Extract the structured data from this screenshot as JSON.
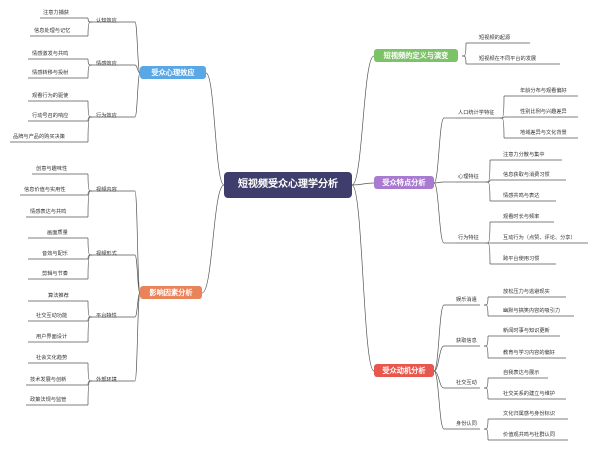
{
  "root": {
    "label": "短视频受众心理学分析",
    "color": "#3f3d6b"
  },
  "branches": {
    "effect": {
      "label": "受众心理效应",
      "color": "#5aa7e6"
    },
    "factors": {
      "label": "影响因素分析",
      "color": "#e8835a"
    },
    "definition": {
      "label": "短视频的定义与演变",
      "color": "#7cc267"
    },
    "features": {
      "label": "受众特点分析",
      "color": "#a97bd0"
    },
    "motives": {
      "label": "受众动机分析",
      "color": "#e8574e"
    }
  },
  "effect": {
    "cognitive": {
      "label": "认知效应",
      "items": [
        "注意力捕获",
        "信息处理与记忆"
      ]
    },
    "emotional": {
      "label": "情感效应",
      "items": [
        "情感激发与共鸣",
        "情感转移与投射"
      ]
    },
    "behavior": {
      "label": "行为效应",
      "items": [
        "观看行为的驱使",
        "行动号召的响应",
        "品牌与产品的购买决策"
      ]
    }
  },
  "factors": {
    "content": {
      "label": "视频内容",
      "items": [
        "创意与趣味性",
        "信息价值与实用性",
        "情感表达与共鸣"
      ]
    },
    "form": {
      "label": "视频形式",
      "items": [
        "画面质量",
        "音效与配乐",
        "剪辑与节奏"
      ]
    },
    "platform": {
      "label": "平台特性",
      "items": [
        "算法推荐",
        "社交互动功能",
        "用户界面设计"
      ]
    },
    "external": {
      "label": "外部环境",
      "items": [
        "社会文化趋势",
        "技术发展与创新",
        "政策法规与监管"
      ]
    }
  },
  "definition": {
    "items": [
      "短视频的起源",
      "短视频在不同平台的发展"
    ]
  },
  "features": {
    "demographic": {
      "label": "人口统计学特征",
      "items": [
        "年龄分布与观看偏好",
        "性别比例与兴趣差异",
        "地域差异与文化背景"
      ]
    },
    "psychological": {
      "label": "心理特征",
      "items": [
        "注意力分散与集中",
        "信息获取与消费习惯",
        "情感共鸣与表达"
      ]
    },
    "behavioral": {
      "label": "行为特征",
      "items": [
        "观看时长与频率",
        "互动行为（点赞、评论、分享）",
        "跨平台使用习惯"
      ]
    }
  },
  "motives": {
    "entertainment": {
      "label": "娱乐消遣",
      "items": [
        "放松压力与逃避现实",
        "幽默与搞笑内容的吸引力"
      ]
    },
    "information": {
      "label": "获取信息",
      "items": [
        "新闻时事与知识更新",
        "教育与学习内容的偏好"
      ]
    },
    "social": {
      "label": "社交互动",
      "items": [
        "自我表达与展示",
        "社交关系的建立与维护"
      ]
    },
    "identity": {
      "label": "身份认同",
      "items": [
        "文化归属感与身份标识",
        "价值观共鸣与社群认同"
      ]
    }
  }
}
